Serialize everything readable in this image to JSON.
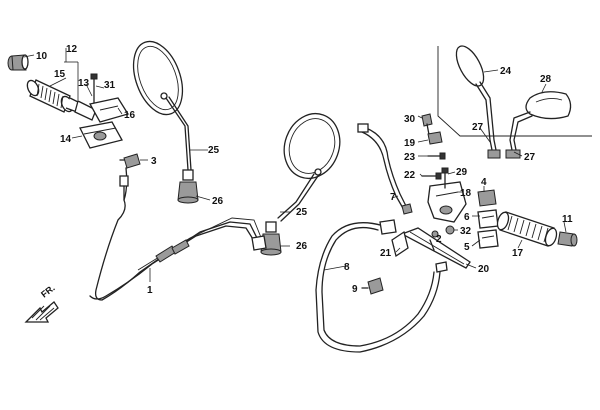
{
  "callouts": {
    "c1": "1",
    "c2": "2",
    "c3": "3",
    "c4": "4",
    "c5": "5",
    "c6": "6",
    "c7": "7",
    "c8": "8",
    "c9": "9",
    "c10": "10",
    "c11": "11",
    "c12": "12",
    "c13": "13",
    "c14": "14",
    "c15": "15",
    "c16": "16",
    "c17": "17",
    "c18": "18",
    "c19": "19",
    "c20": "20",
    "c21": "21",
    "c22": "22",
    "c23": "23",
    "c24": "24",
    "c25a": "25",
    "c25b": "25",
    "c26a": "26",
    "c26b": "26",
    "c27a": "27",
    "c27b": "27",
    "c28": "28",
    "c29": "29",
    "c30": "30",
    "c31": "31",
    "c32": "32"
  },
  "direction_marker": "FR."
}
